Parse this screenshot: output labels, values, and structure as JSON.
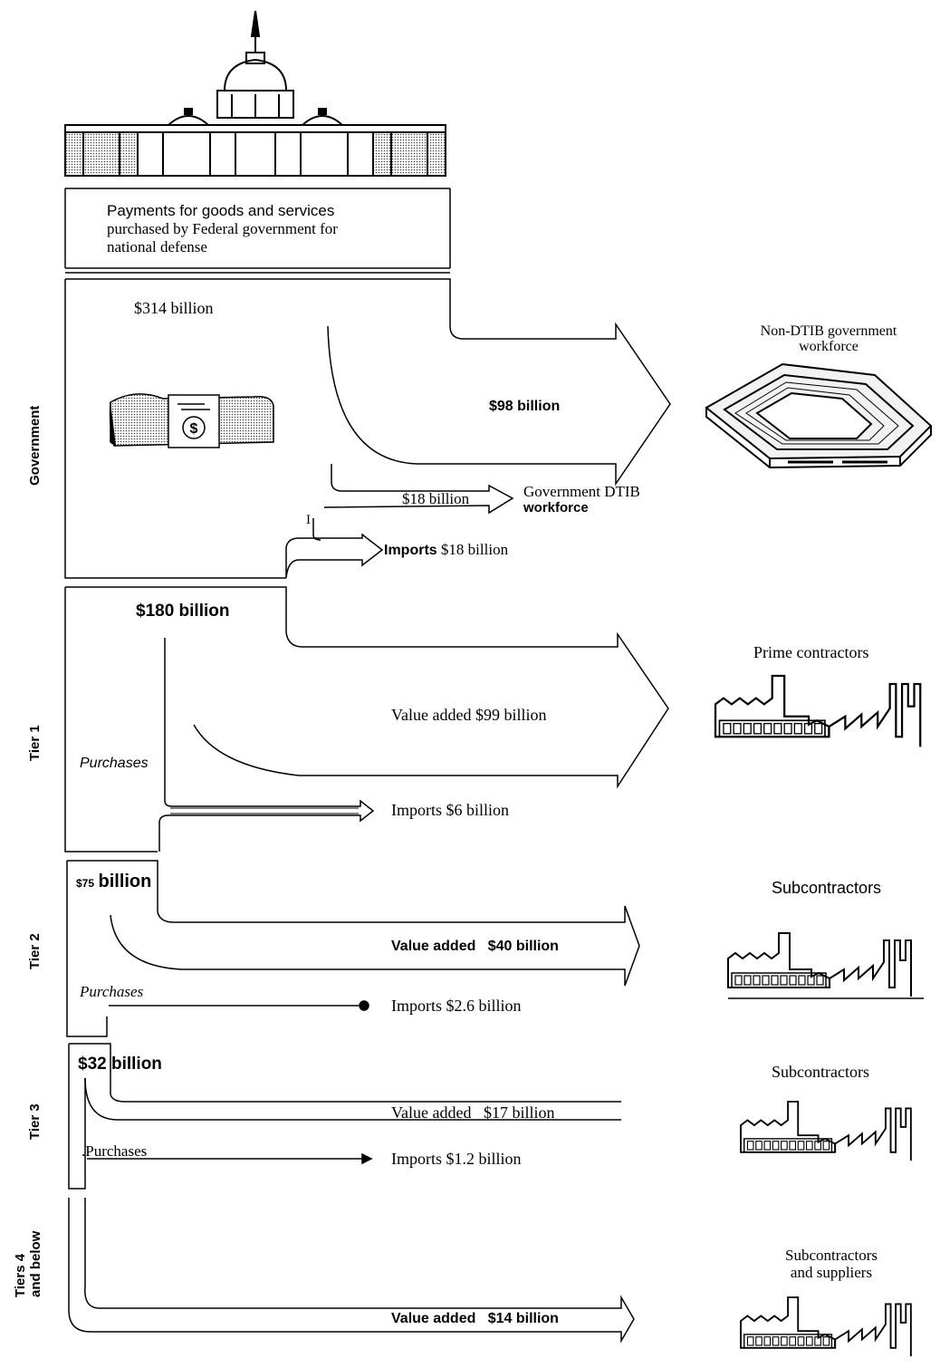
{
  "header": {
    "payments_line1": "Payments for goods and services",
    "payments_line2": "purchased by Federal government for",
    "payments_line3": "national defense"
  },
  "tiers": {
    "government": "Government",
    "tier1": "Tier 1",
    "tier2": "Tier 2",
    "tier3": "Tier 3",
    "tier4_line1": "Tiers 4",
    "tier4_line2": "and below"
  },
  "government": {
    "total": "$314 billion",
    "nondtib_line1": "Non-DTIB government",
    "nondtib_line2": "workforce",
    "nondtib_value": "$98 billion",
    "dtib_value": "$18 billion",
    "dtib_label_line1": "Government DTIB",
    "dtib_label_line2": "workforce",
    "imports_marker": "I",
    "imports_word": "Imports",
    "imports_value": "$18 billion"
  },
  "tier1": {
    "total": "$180 billion",
    "recipient": "Prime contractors",
    "value_added": "Value added $99 billion",
    "purchases": "Purchases",
    "imports": "Imports $6 billion"
  },
  "tier2": {
    "total_prefix": "$75",
    "total_suffix": "billion",
    "recipient": "Subcontractors",
    "value_added": "Value added   $40 billion",
    "purchases": "Purchases",
    "imports": "Imports $2.6 billion"
  },
  "tier3": {
    "total": "$32 billion",
    "recipient": "Subcontractors",
    "value_added": "Value added   $17 billion",
    "purchases": ".Purchases",
    "imports": "Imports $1.2 billion"
  },
  "tier4": {
    "recipient_line1": "Subcontractors",
    "recipient_line2": "and suppliers",
    "value_added": "Value added   $14 billion"
  },
  "icons": {
    "capitol": "capitol-building-icon",
    "money": "money-stack-icon",
    "pentagon": "pentagon-building-icon",
    "factory": "factory-icon"
  }
}
